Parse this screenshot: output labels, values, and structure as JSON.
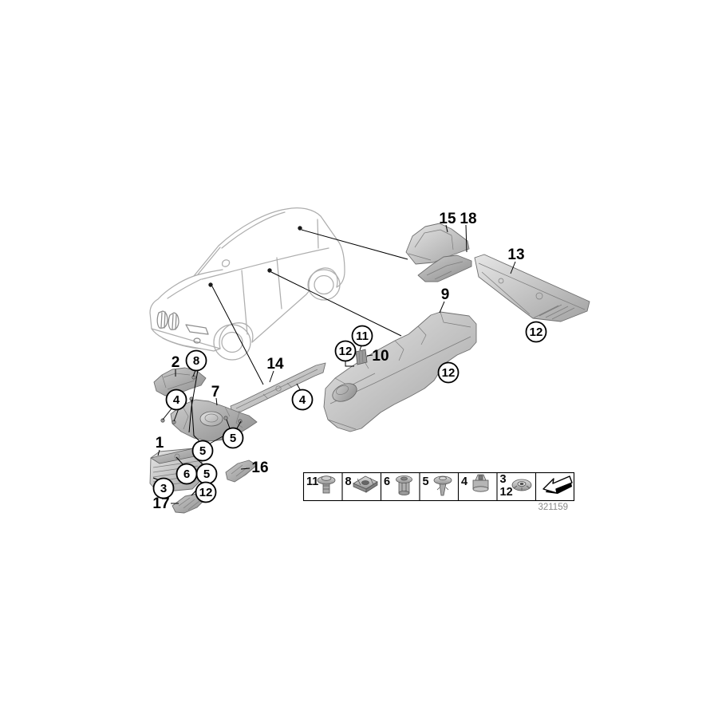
{
  "diagram": {
    "drawing_number": "321159",
    "background_color": "#ffffff",
    "line_color": "#000000",
    "car_outline_color": "#aeaeae",
    "part_fill_light": "#dcdcdc",
    "part_fill_dark": "#9e9e9e"
  },
  "callouts": {
    "plain": {
      "1": "1",
      "2": "2",
      "7": "7",
      "9": "9",
      "10": "10",
      "13": "13",
      "14": "14",
      "15": "15",
      "16": "16",
      "17": "17",
      "18": "18"
    },
    "circled": {
      "3": "3",
      "4": "4",
      "5": "5",
      "6": "6",
      "8": "8",
      "11": "11",
      "12": "12"
    }
  },
  "legend": {
    "cells": [
      {
        "label": "11",
        "icon": "hex-bolt-icon"
      },
      {
        "label": "8",
        "icon": "cage-nut-icon"
      },
      {
        "label": "6",
        "icon": "expanding-rivet-icon"
      },
      {
        "label": "5",
        "icon": "expansion-clip-icon"
      },
      {
        "label": "4",
        "icon": "plastic-nut-icon"
      },
      {
        "label": "3",
        "label2": "12",
        "icon": "body-nut-washer-icon"
      },
      {
        "icon": "continuation-arrow-icon"
      }
    ],
    "drawing_number": "321159"
  }
}
